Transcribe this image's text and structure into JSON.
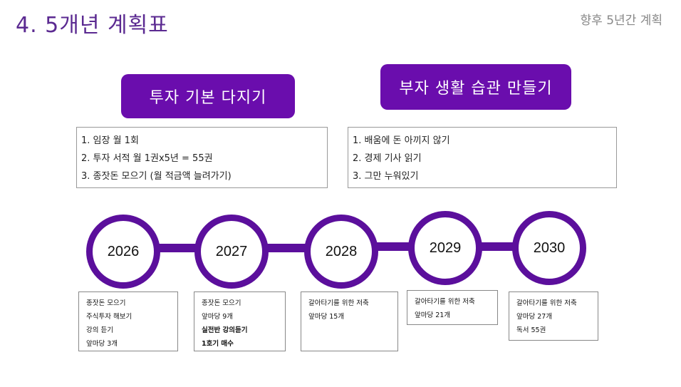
{
  "header": {
    "title": "4. 5개년 계획표",
    "subtitle": "향후 5년간 계획"
  },
  "goals": [
    {
      "label": "투자 기본 다지기",
      "items": [
        "1. 임장 월 1회",
        "2. 투자 서적 월 1권x5년 = 55권",
        "3. 종잣돈 모으기 (월 적금액 늘려가기)"
      ]
    },
    {
      "label": "부자 생활 습관 만들기",
      "items": [
        "1. 배움에 돈 아끼지 않기",
        "2. 경제 기사 읽기",
        "3. 그만 누워있기"
      ]
    }
  ],
  "timeline": [
    {
      "year": "2026",
      "items": [
        "종잣돈 모으기",
        "주식투자 해보기",
        "강의 듣기",
        "앞마당 3개"
      ]
    },
    {
      "year": "2027",
      "items": [
        "종잣돈 모으기",
        "앞마당 9개",
        "실전반 강의듣기",
        "1호기 매수"
      ]
    },
    {
      "year": "2028",
      "items": [
        "갈아타기를 위한 저축",
        "앞마당 15개"
      ]
    },
    {
      "year": "2029",
      "items": [
        "갈아타기를 위한 저축",
        "앞마당 21개"
      ]
    },
    {
      "year": "2030",
      "items": [
        "갈아타기를 위한 저축",
        "앞마당 27개",
        "독서 55권"
      ]
    }
  ],
  "colors": {
    "accent": "#6a0dad",
    "title": "#5b2a91",
    "ring": "#5b0f9c"
  }
}
